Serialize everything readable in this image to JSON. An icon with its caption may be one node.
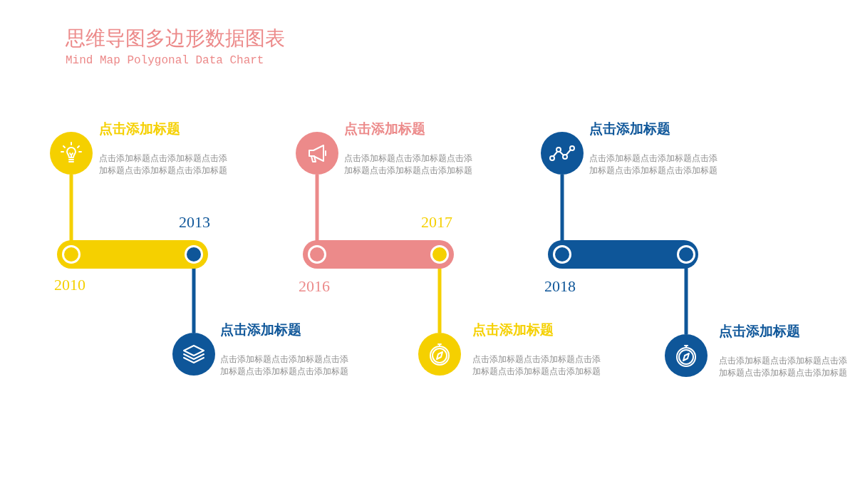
{
  "diagram": {
    "title": "思维导图多边形数据图表",
    "caption": "Mind Map Polygonal Data Chart",
    "nodes": [
      {
        "text": [],
        "shape": "bar"
      },
      {
        "text": [],
        "shape": "circle",
        "in": 0,
        "beside": [
          "2010"
        ]
      },
      {
        "text": [],
        "shape": "circle",
        "in": 0,
        "beside": [
          "2013"
        ]
      },
      {
        "text": [],
        "shape": "bar"
      },
      {
        "text": [],
        "shape": "circle",
        "in": 3,
        "beside": [
          "2016"
        ]
      },
      {
        "text": [],
        "shape": "circle",
        "in": 3,
        "beside": [
          "2017"
        ]
      },
      {
        "text": [],
        "shape": "bar"
      },
      {
        "text": [],
        "shape": "circle",
        "in": 6,
        "beside": [
          "2018"
        ]
      },
      {
        "text": [],
        "shape": "circle",
        "in": 6
      },
      {
        "text": [],
        "shape": "circle",
        "beside": [
          "点击添加标题",
          "点击添加标题点击添加标题点击添加标题点击添加标题点击添加标题"
        ]
      },
      {
        "text": [],
        "shape": "circle",
        "beside": [
          "点击添加标题",
          "点击添加标题点击添加标题点击添加标题点击添加标题点击添加标题"
        ]
      },
      {
        "text": [],
        "shape": "circle",
        "beside": [
          "点击添加标题",
          "点击添加标题点击添加标题点击添加标题点击添加标题点击添加标题"
        ]
      },
      {
        "text": [],
        "shape": "circle",
        "beside": [
          "点击添加标题",
          "点击添加标题点击添加标题点击添加标题点击添加标题点击添加标题"
        ]
      },
      {
        "text": [],
        "shape": "circle",
        "beside": [
          "点击添加标题",
          "点击添加标题点击添加标题点击添加标题点击添加标题点击添加标题"
        ]
      },
      {
        "text": [],
        "shape": "circle",
        "beside": [
          "点击添加标题",
          "点击添加标题点击添加标题点击添加标题点击添加标题点击添加标题"
        ]
      }
    ],
    "edges": [
      {
        "from": 9,
        "to": 1,
        "arrow": "none",
        "color": "#f5d000"
      },
      {
        "from": 2,
        "to": 10,
        "arrow": "none"
      },
      {
        "from": 11,
        "to": 4,
        "arrow": "none",
        "color": "#ec8a8a"
      },
      {
        "from": 5,
        "to": 12,
        "arrow": "none",
        "color": "#f5d000"
      },
      {
        "from": 13,
        "to": 7,
        "arrow": "none"
      },
      {
        "from": 8,
        "to": 14,
        "arrow": "none"
      }
    ]
  }
}
